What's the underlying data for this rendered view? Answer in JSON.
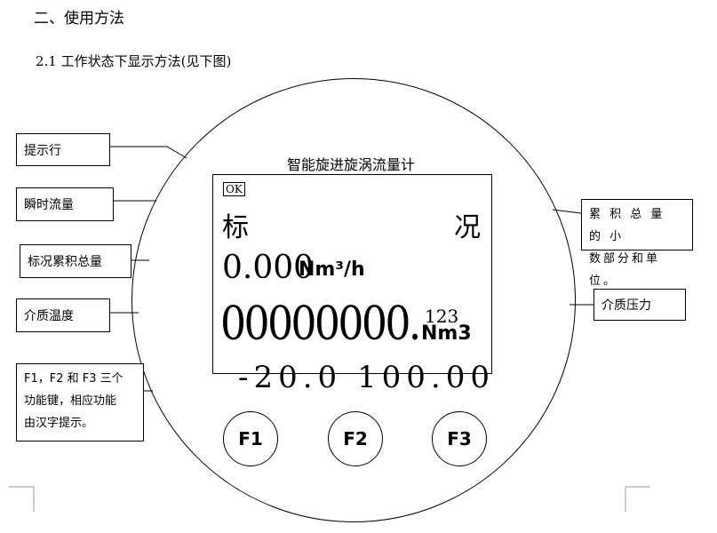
{
  "heading": "二、使用方法",
  "subheading": "2.1 工作状态下显示方法(见下图)",
  "device_title": "智能旋进旋涡流量计",
  "lcd": {
    "status": "OK",
    "std_left": "标",
    "std_right": "况",
    "flow_value": "0.000",
    "flow_unit": "Nm³/h",
    "total_integer": "00000000.",
    "total_decimal": "123",
    "total_unit": "Nm3",
    "cut_row": "-20.0    100.00"
  },
  "left_labels": {
    "prompt_row": "提示行",
    "instant_flow": "瞬时流量",
    "std_total": "标况累积总量",
    "medium_temp": "介质温度",
    "fkeys_note": [
      "F1，F2 和 F3 三个",
      "功能键，相应功能",
      "由汉字提示。"
    ]
  },
  "right_labels": {
    "total_note": [
      "累 积 总 量 的 小",
      "数部分和单位。"
    ],
    "medium_pressure": "介质压力"
  },
  "buttons": {
    "f1": "F1",
    "f2": "F2",
    "f3": "F3"
  }
}
